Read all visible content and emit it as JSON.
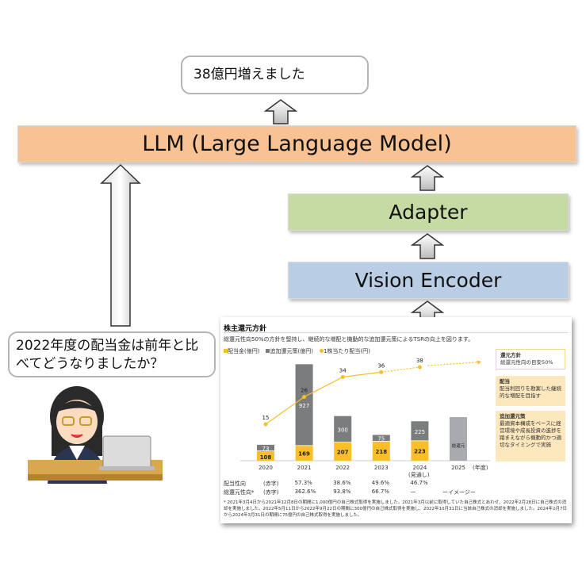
{
  "response": "38億円増えました",
  "llm_label": "LLM (Large Language Model)",
  "adapter_label": "Adapter",
  "encoder_label": "Vision Encoder",
  "question": "2022年度の配当金は前年と比べてどうなりましたか？",
  "colors": {
    "llm": "#f9c293",
    "adapter": "#c6dba3",
    "encoder": "#b9cde5",
    "dividend": "#f9be2a",
    "buyback": "#7b7c7e"
  },
  "document": {
    "title": "株主還元方針",
    "subtitle": "総還元性向50%の方針を堅持し、継続的な増配と機動的な追加還元策によるTSRの向上を図ります。",
    "legend": [
      "配当金(億円)",
      "追加還元策(億円)",
      "1株当たり配当(円)"
    ],
    "year_unit": "(年度)",
    "forecast_note": "(見通し)",
    "placeholder_bar": "総還元",
    "table": {
      "rows": [
        {
          "label": "配当性向",
          "note": "(赤字)",
          "values": [
            "57.3%",
            "38.6%",
            "49.6%",
            "46.7%",
            ""
          ]
        },
        {
          "label": "総還元性向*",
          "note": "(赤字)",
          "values": [
            "362.6%",
            "93.8%",
            "66.7%",
            "ー",
            "ーイメージー"
          ]
        }
      ]
    },
    "side_boxes": [
      {
        "title": "還元方針",
        "body": "総還元性向の目安50%"
      },
      {
        "title": "配当",
        "body": "配当利回りを勘案した継続的な増配を目指す"
      },
      {
        "title": "追加還元策",
        "body": "最適資本構成をベースに経営環境や成長投資の進捗を踏まえながら機動的かつ適切なタイミングで実施"
      }
    ],
    "footnote": "* 2021年3月4日から2021年12月8日の期間に1,000億円の自己株式取得を実施しました。2021年3月以前に取得していた自己株式とあわせ、2022年2月28日に自己株式の消却を実施しました。2022年5月11日から2022年9月22日の期間に300億円の自己株式取得を実施し、2022年10月31日に当該自己株式の消却を実施しました。2024年2月7日から2024年3月31日の期間に75億円の自己株式取得を実施しました。"
  },
  "chart_data": {
    "type": "bar",
    "categories": [
      "2020",
      "2021",
      "2022",
      "2023",
      "2024",
      "2025"
    ],
    "series": [
      {
        "name": "配当金(億円)",
        "values": [
          108,
          169,
          207,
          218,
          223,
          null
        ]
      },
      {
        "name": "追加還元策(億円)",
        "values": [
          73,
          927,
          300,
          75,
          225,
          null
        ]
      },
      {
        "name": "1株当たり配当(円)",
        "type": "line",
        "values": [
          15,
          26,
          34,
          36,
          38,
          null
        ]
      }
    ]
  }
}
